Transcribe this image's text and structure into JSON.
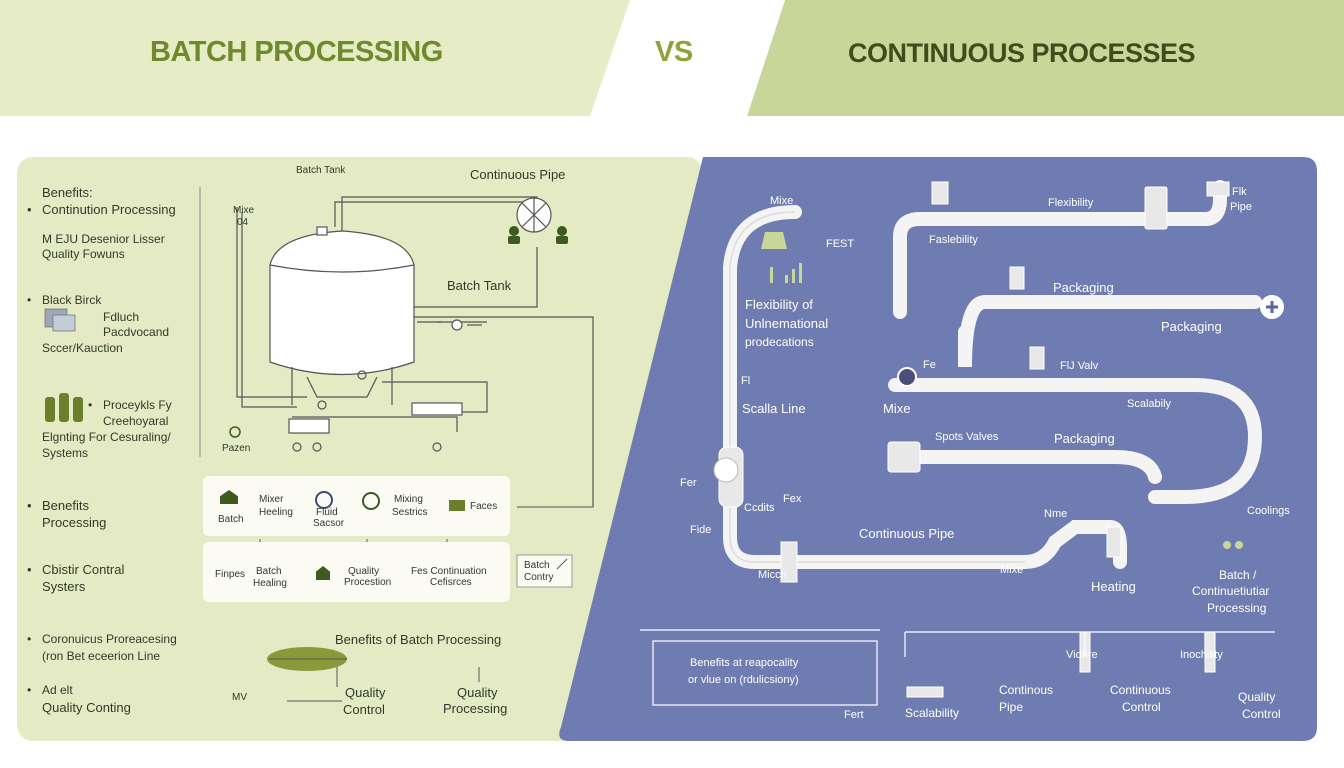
{
  "header": {
    "left_title": "BATCH PROCESSING",
    "vs": "VS",
    "right_title": "CONTINUOUS PROCESSES"
  },
  "colors": {
    "left_header": "#e6ecc6",
    "right_header": "#c9d699",
    "left_panel": "#e4ebc4",
    "right_panel": "#6f7cb1",
    "olive": "#6f8a2c"
  },
  "left": {
    "list": {
      "benefits_heading": "Benefits:",
      "continuation": "Continution Processing",
      "desc_1": "M EJU Desenior Lisser",
      "desc_2": "Quality Fowuns",
      "black_birck": "Black Birck",
      "fdluch": "Fdluch",
      "pacdvocand": "Pacdvocand",
      "sccer": "Sccer/Kauction",
      "proceykls_1": "Proceykls Fy",
      "proceykls_2": "Creehoyaral",
      "elgnting": "Elgnting  For Cesuraling/",
      "systems": "Systems",
      "benefits_2": "Benefits",
      "processing_2": "Processing",
      "control_1": "Cbistir Contral",
      "control_2": "Systers",
      "cont_proc_1": "Coronuicus Proreacesing",
      "cont_proc_2": "(ron Bet eceerion Line",
      "ad_elt": "Ad elt",
      "quality_conting": "Quality Conting",
      "pazen": "Pazen"
    },
    "diagram": {
      "batch_tank_top": "Batch Tank",
      "continuous_pipe": "Continuous Pipe",
      "batch_tank_side": "Batch Tank",
      "mixe_1": "Mixe",
      "mixe_2": "04"
    },
    "box1": {
      "batch": "Batch",
      "mixer_1": "Mixer",
      "mixer_2": "Heeling",
      "fluid_1": "Fluid",
      "fluid_2": "Sacsor",
      "mixing_1": "Mixing",
      "mixing_2": "Sestrics",
      "faces": "Faces"
    },
    "box2": {
      "finpes": "Finpes",
      "batch_1": "Batch",
      "batch_2": "Healing",
      "quality_1": "Quality",
      "quality_2": "Procestion",
      "fes_1": "Fes Continuation",
      "fes_2": "Cefisrces"
    },
    "batch_control_1": "Batch",
    "batch_control_2": "Contry",
    "benefits_of": "Benefits of Batch Processing",
    "mv": "MV",
    "quality_control_1": "Quality",
    "quality_control_2": "Control",
    "quality_proc_1": "Quality",
    "quality_proc_2": "Processing"
  },
  "right": {
    "mixe_top": "Mixe",
    "fest": "FEST",
    "flexibility_top": "Flexibility",
    "faslebility": "Faslebility",
    "flk_1": "Flk",
    "flk_2": "Pipe",
    "flex_of_1": "Flexibility of",
    "flex_of_2": "Unlnemational",
    "flex_of_3": "prodecations",
    "packaging_1": "Packaging",
    "packaging_2": "Packaging",
    "fl": "Fl",
    "scalla": "Scalla Line",
    "fe": "Fe",
    "mixe_mid": "Mixe",
    "fd_valv": "FlJ Valv",
    "scalability_mid": "Scalabily",
    "spots_valves": "Spots Valves",
    "packaging_3": "Packaging",
    "fer": "Fer",
    "fex": "Fex",
    "ccdits": "Ccdits",
    "fide": "Fide",
    "continuous_pipe": "Continuous Pipe",
    "nme": "Nme",
    "coolings": "Coolings",
    "micch": "Micch",
    "mixe_low": "Mixe",
    "heating": "Heating",
    "batch_cont_1": "Batch /",
    "batch_cont_2": "Continuetiutiar",
    "batch_cont_3": "Processing",
    "box_text_1": "Benefits at reapocality",
    "box_text_2": "or vlue on (rdulicsiony)",
    "fert": "Fert",
    "scalability_bot": "Scalability",
    "continous_pipe_1": "Continous",
    "continous_pipe_2": "Pipe",
    "continuous_control_1": "Continuous",
    "continuous_control_2": "Control",
    "vidhre": "Vidhre",
    "inochility": "Inochility",
    "quality_control_1": "Quality",
    "quality_control_2": "Control"
  }
}
